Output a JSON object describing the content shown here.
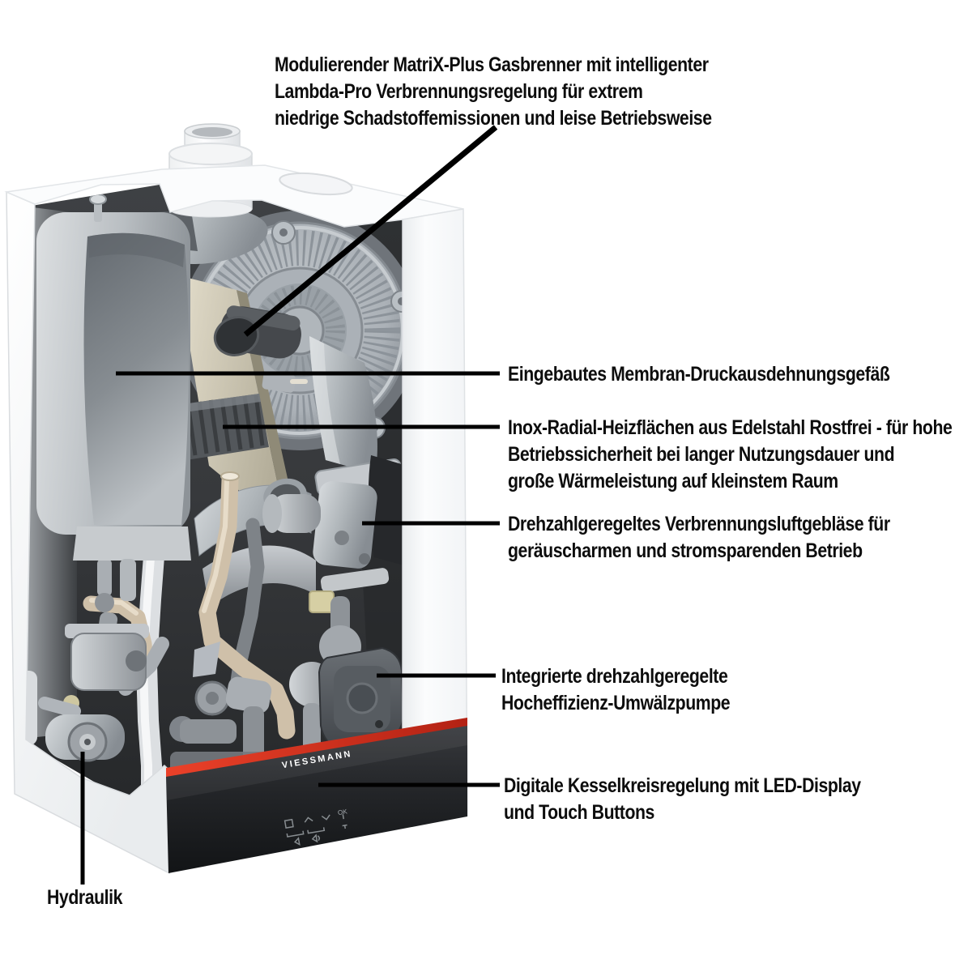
{
  "figure": {
    "type": "annotated-product-diagram",
    "product": "gas condensing boiler cutaway",
    "brand": "VIESSMANN",
    "annotations": [
      {
        "id": "burner",
        "text": "Modulierender MatriX-Plus Gasbrenner mit intelligenter\nLambda-Pro Verbrennungsregelung für extrem\nniedrige Schadstoffemissionen und leise Betriebsweise"
      },
      {
        "id": "expansion-vessel",
        "text": "Eingebautes Membran-Druckausdehnungsgefäß"
      },
      {
        "id": "heat-exchanger",
        "text": "Inox-Radial-Heizflächen aus Edelstahl Rostfrei - für hohe\nBetriebssicherheit bei langer Nutzungsdauer und\ngroße Wärmeleistung auf kleinstem Raum"
      },
      {
        "id": "fan",
        "text": "Drehzahlgeregeltes Verbrennungsluftgebläse für\ngeräuscharmen und stromsparenden Betrieb"
      },
      {
        "id": "pump",
        "text": "Integrierte drehzahlgeregelte\nHocheffizienz-Umwälzpumpe"
      },
      {
        "id": "control",
        "text": "Digitale Kesselkreisregelung mit LED-Display\nund Touch Buttons"
      },
      {
        "id": "hydraulics",
        "text": "Hydraulik"
      }
    ],
    "control_panel": {
      "brand_label": "VIESSMANN",
      "ok_label": "OK",
      "buttons": [
        "menu-icon",
        "chevron-up-icon",
        "chevron-down-icon",
        "ok-button",
        "speaker-muted-icon",
        "speaker-icon",
        "radiator-icon"
      ]
    },
    "colors": {
      "leader_line": "#000000",
      "panel_red": "#d92b18",
      "panel_black": "#1c1e20",
      "cavity": "#323537",
      "casing": "#ffffff"
    }
  }
}
